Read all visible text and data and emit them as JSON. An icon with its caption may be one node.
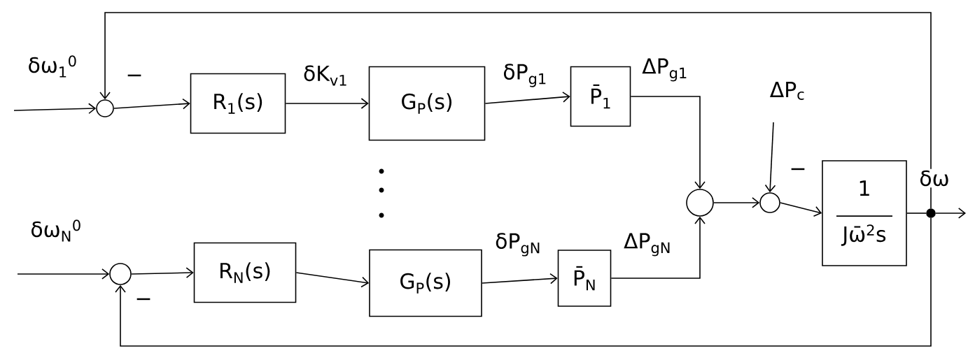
{
  "diagram": {
    "nodes": [
      {
        "text": [],
        "shape": "circle"
      },
      {
        "text": [
          "R$_{1}$(s)"
        ]
      },
      {
        "text": [
          "G$_{P}$(s)"
        ]
      },
      {
        "text": [
          "P̄$_{1}$"
        ]
      },
      {
        "text": [],
        "shape": "circle"
      },
      {
        "text": [
          "R$_{N}$(s)"
        ]
      },
      {
        "text": [
          "G$_{P}$(s)"
        ]
      },
      {
        "text": [
          "P̄$_{N}$"
        ]
      },
      {
        "text": [],
        "shape": "circle"
      },
      {
        "text": [],
        "shape": "circle"
      },
      {
        "text": [
          "1",
          "Jω̄$^{2}$s"
        ]
      },
      {
        "text": [],
        "shape": "circle"
      }
    ],
    "edges": [
      {
        "from": null,
        "to": 0,
        "arrow": "to",
        "label": "δω$_{1}$$^{0}$"
      },
      {
        "from": 0,
        "to": 1,
        "arrow": "to"
      },
      {
        "from": 1,
        "to": 2,
        "arrow": "to",
        "label": "δK$_{v1}$"
      },
      {
        "from": 2,
        "to": 3,
        "arrow": "to",
        "label": "δP$_{g1}$"
      },
      {
        "from": 3,
        "to": 8,
        "arrow": "to",
        "label": "ΔP$_{g1}$"
      },
      {
        "from": null,
        "to": 4,
        "arrow": "to",
        "label": "δω$_{N}$$^{0}$"
      },
      {
        "from": 4,
        "to": 5,
        "arrow": "to"
      },
      {
        "from": 5,
        "to": 6,
        "arrow": "to"
      },
      {
        "from": 6,
        "to": 7,
        "arrow": "to",
        "label": "δP$_{gN}$"
      },
      {
        "from": 7,
        "to": 8,
        "arrow": "to",
        "label": "ΔP$_{gN}$"
      },
      {
        "from": 8,
        "to": 9,
        "arrow": "to"
      },
      {
        "from": null,
        "to": 9,
        "arrow": "to",
        "label": "ΔP$_{c}$"
      },
      {
        "from": 9,
        "to": 10,
        "arrow": "to"
      },
      {
        "from": 10,
        "to": 11,
        "arrow": "none",
        "label": "δω"
      },
      {
        "from": 11,
        "to": null,
        "arrow": "to"
      },
      {
        "from": 11,
        "to": 0,
        "arrow": "to"
      },
      {
        "from": 11,
        "to": 4,
        "arrow": "to"
      }
    ],
    "labels": [
      "−",
      "−",
      "−"
    ]
  }
}
